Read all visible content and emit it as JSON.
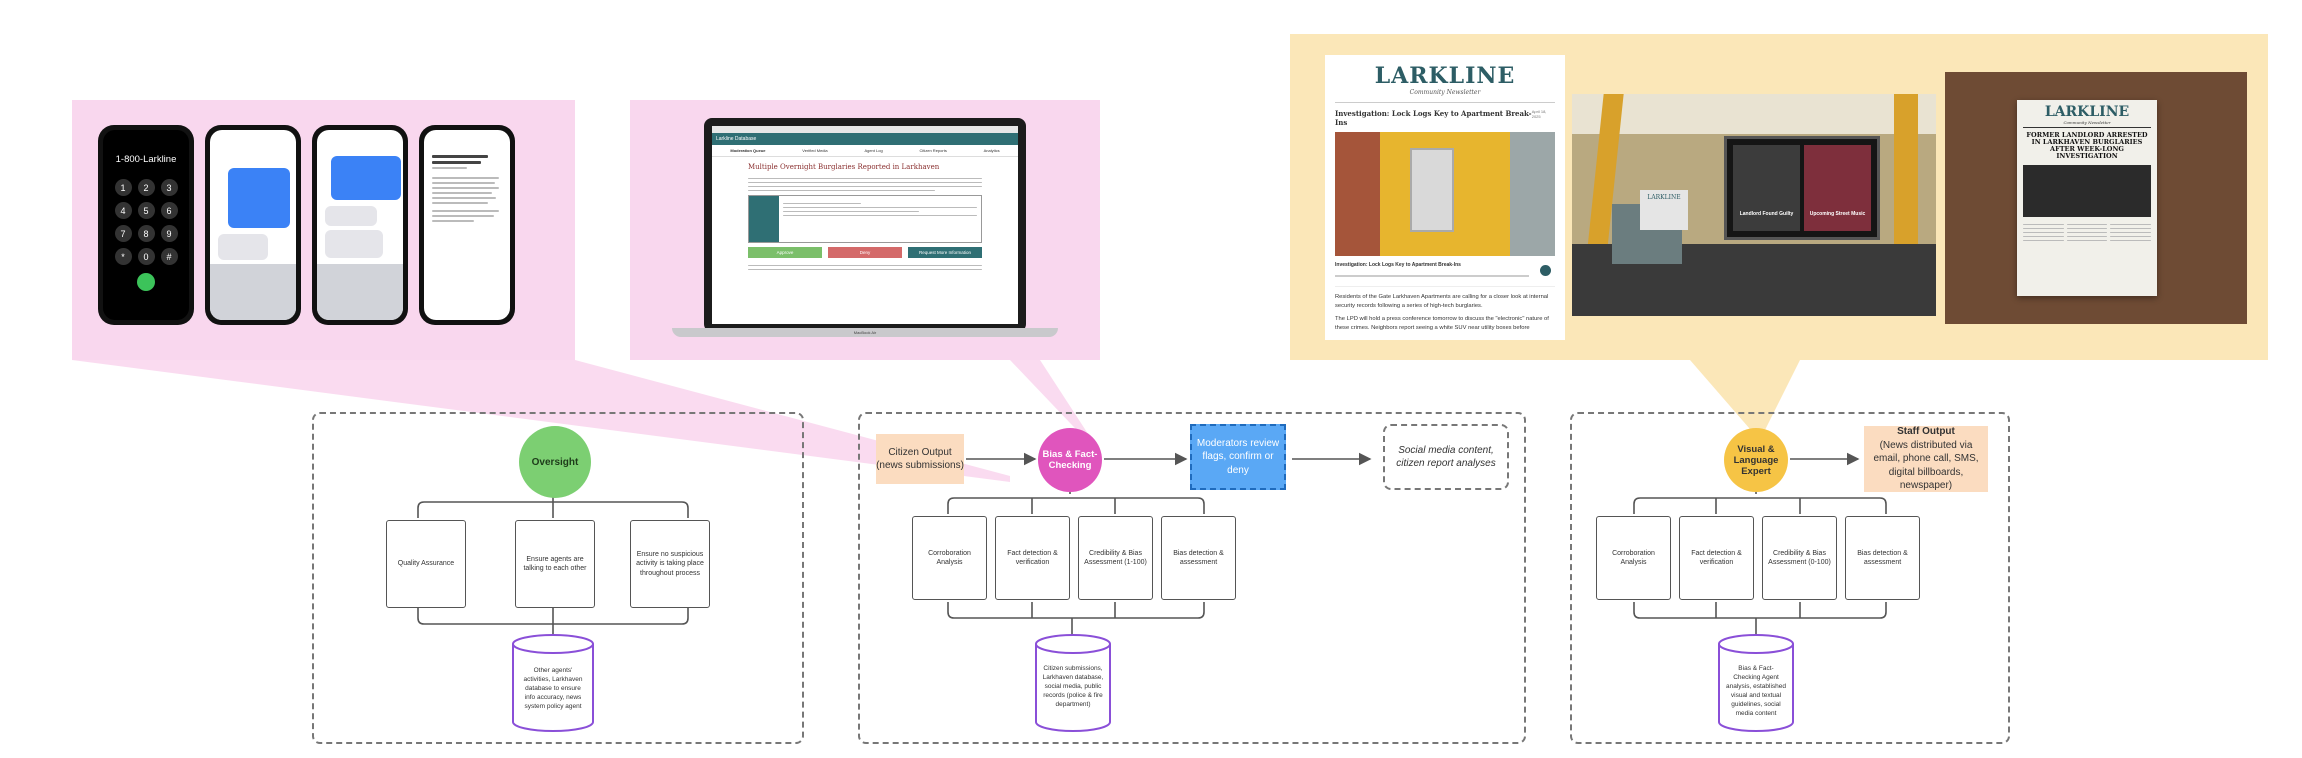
{
  "phone_dial": {
    "number": "1-800-Larkline",
    "keys": [
      "1",
      "2",
      "3",
      "4",
      "5",
      "6",
      "7",
      "8",
      "9",
      "*",
      "0",
      "#"
    ]
  },
  "laptop": {
    "app_title": "Larkline Database",
    "nav": [
      "Moderation Queue",
      "Verified Media",
      "Agent Log",
      "Citizen Reports",
      "Analytics"
    ],
    "headline": "Multiple Overnight Burglaries Reported in Larkhaven",
    "buttons": [
      "Approve",
      "Deny",
      "Request More Information"
    ],
    "model": "MacBook Air"
  },
  "newspaper": {
    "masthead": "LARKLINE",
    "subtitle": "Community Newsletter",
    "headline": "Investigation: Lock Logs Key to Apartment Break-Ins",
    "date": "April 18, 2025",
    "audio_title": "Investigation: Lock Logs Key to Apartment Break-Ins",
    "body": "Residents of the Gate Larkhaven Apartments are calling for a closer look at internal security records following a series of high-tech burglaries.",
    "body2": "The LPD will hold a press conference tomorrow to discuss the \"electronic\" nature of these crimes. Neighbors report seeing a white SUV near utility boxes before"
  },
  "billboard": {
    "masthead": "LARKLINE",
    "cards": [
      "Landlord Found Guilty",
      "Upcoming Street Music"
    ]
  },
  "print_paper": {
    "masthead": "LARKLINE",
    "subtitle": "Community Newsletter",
    "headline": "FORMER LANDLORD ARRESTED IN LARKHAVEN BURGLARIES AFTER WEEK-LONG INVESTIGATION"
  },
  "oversight": {
    "hub": "Oversight",
    "cards": [
      "Quality Assurance",
      "Ensure agents are talking to each other",
      "Ensure no suspicious activity is taking place throughout process"
    ],
    "db": "Other agents' activities, Larkhaven database to ensure info accuracy, news system policy agent"
  },
  "bias": {
    "input": "Citizen Output\n(news submissions)",
    "hub": "Bias & Fact-Checking",
    "review": "Moderators review flags, confirm or deny",
    "output": "Social media content, citizen report analyses",
    "cards": [
      "Corroboration Analysis",
      "Fact detection & verification",
      "Credibility & Bias Assessment (1-100)",
      "Bias detection & assessment"
    ],
    "db": "Citizen submissions, Larkhaven database, social media, public records (police & fire department)"
  },
  "visual": {
    "hub": "Visual & Language Expert",
    "output_title": "Staff Output",
    "output_body": "(News distributed via email, phone call, SMS, digital billboards, newspaper)",
    "cards": [
      "Corroboration Analysis",
      "Fact detection & verification",
      "Credibility & Bias Assessment (0-100)",
      "Bias detection & assessment"
    ],
    "db": "Bias & Fact-Checking Agent analysis, established visual and textual guidelines, social media content"
  },
  "colors": {
    "pink_panel": "#f9d7ee",
    "yellow_panel": "#fbe7b8",
    "oversight_green": "#7ccf72",
    "bias_pink": "#e055bd",
    "visual_yellow": "#f6c445",
    "moderator_blue": "#5aa8f5",
    "db_purple": "#8a4fd8",
    "tag_peach": "#fbdcc0"
  }
}
